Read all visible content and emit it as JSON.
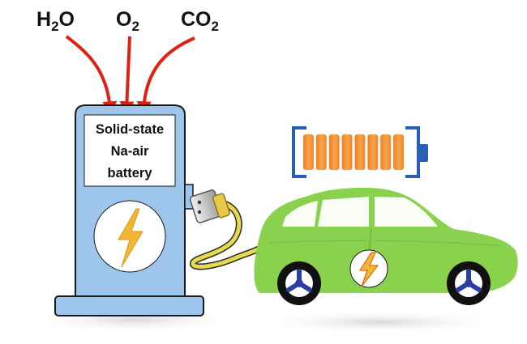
{
  "gases": [
    {
      "symbol": "H",
      "subscript": "2",
      "suffix": "O"
    },
    {
      "symbol": "O",
      "subscript": "2",
      "suffix": ""
    },
    {
      "symbol": "CO",
      "subscript": "2",
      "suffix": ""
    }
  ],
  "station": {
    "label_lines": [
      "Solid-state",
      "Na-air",
      "battery"
    ]
  },
  "battery_indicator": {
    "cells": 8
  },
  "colors": {
    "arrow": "#e02010",
    "station_body": "#9ec5ec",
    "station_outline": "#1a1a1a",
    "car_body": "#8ad24e",
    "battery_frame": "#2a5fb8",
    "battery_cell": "#f6a03a",
    "bolt": "#f2b632",
    "cable": "#e8d94a"
  },
  "icons": [
    "lightning-bolt-icon",
    "battery-icon",
    "wheel-icon",
    "plug-icon"
  ]
}
